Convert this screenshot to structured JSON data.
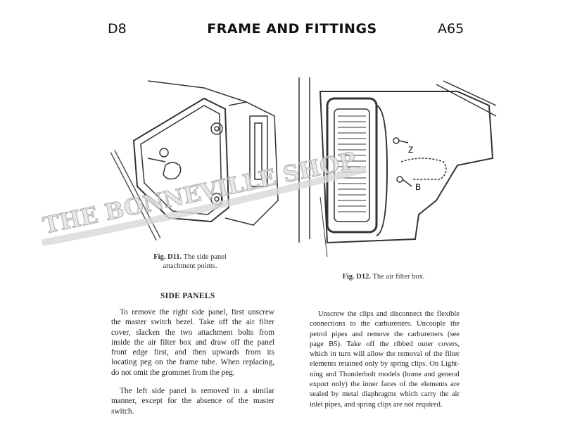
{
  "header": {
    "section": "D8",
    "title": "FRAME AND FITTINGS",
    "page_code": "A65"
  },
  "figures": [
    {
      "label": "Fig. D11.",
      "caption": "The side panel",
      "caption2": "attachment points."
    },
    {
      "label": "Fig. D12.",
      "caption": "The air filter box.",
      "callouts": [
        "Z",
        "B"
      ]
    }
  ],
  "watermark": "THE BONNEVILLE SHOP",
  "left_column": {
    "heading": "SIDE PANELS",
    "para1": [
      "To remove the right side panel, first unscrew",
      "the master switch bezel. Take off the air filter",
      "cover, slacken the two attachment bolts from",
      "inside the air filter box and draw off the panel",
      "front edge first, and then upwards from its",
      "locating peg on the frame tube. When replacing,",
      "do not omit the grommet from the peg."
    ],
    "para2": [
      "The left side panel is removed in a similar",
      "manner, except for the absence of the master",
      "switch."
    ]
  },
  "right_column": {
    "para1": [
      "Unscrew the clips and disconnect the flexible",
      "connections to the carburetters. Uncouple the",
      "petrol pipes and remove the carburetters (see",
      "page B5).  Take off the ribbed outer covers,",
      "which in turn will allow the removal of the filter",
      "elements retained only by spring clips. On Light-",
      "ning and Thunderbolt models (home and general",
      "export only) the inner faces of the elements are",
      "sealed by metal diaphragms which carry the air",
      "inlet pipes, and spring clips are not required."
    ]
  }
}
